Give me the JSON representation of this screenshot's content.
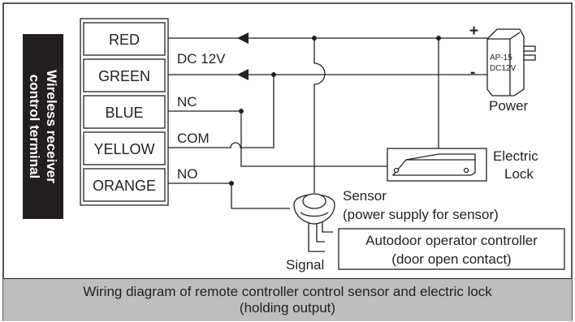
{
  "terminal_label": {
    "line1": "Wireless receiver",
    "line2": "control terminal"
  },
  "terminals": [
    "RED",
    "GREEN",
    "BLUE",
    "YELLOW",
    "ORANGE"
  ],
  "wire_labels": {
    "dc": "DC 12V",
    "nc": "NC",
    "com": "COM",
    "no": "NO"
  },
  "power": {
    "plus": "+",
    "minus": "-",
    "adapter_line1": "AP-15",
    "adapter_line2": "DC12V",
    "label": "Power"
  },
  "lock": {
    "line1": "Electric",
    "line2": "Lock"
  },
  "sensor": {
    "line1": "Sensor",
    "line2": "(power supply for sensor)",
    "signal": "Signal"
  },
  "controller": {
    "line1": "Autodoor operator controller",
    "line2": "(door open contact)"
  },
  "caption": {
    "line1": "Wiring diagram of remote controller control sensor and electric lock",
    "line2": "(holding output)"
  },
  "colors": {
    "ink": "#231f20",
    "caption_bg": "#bcbec0",
    "label_bg": "#231f20"
  }
}
